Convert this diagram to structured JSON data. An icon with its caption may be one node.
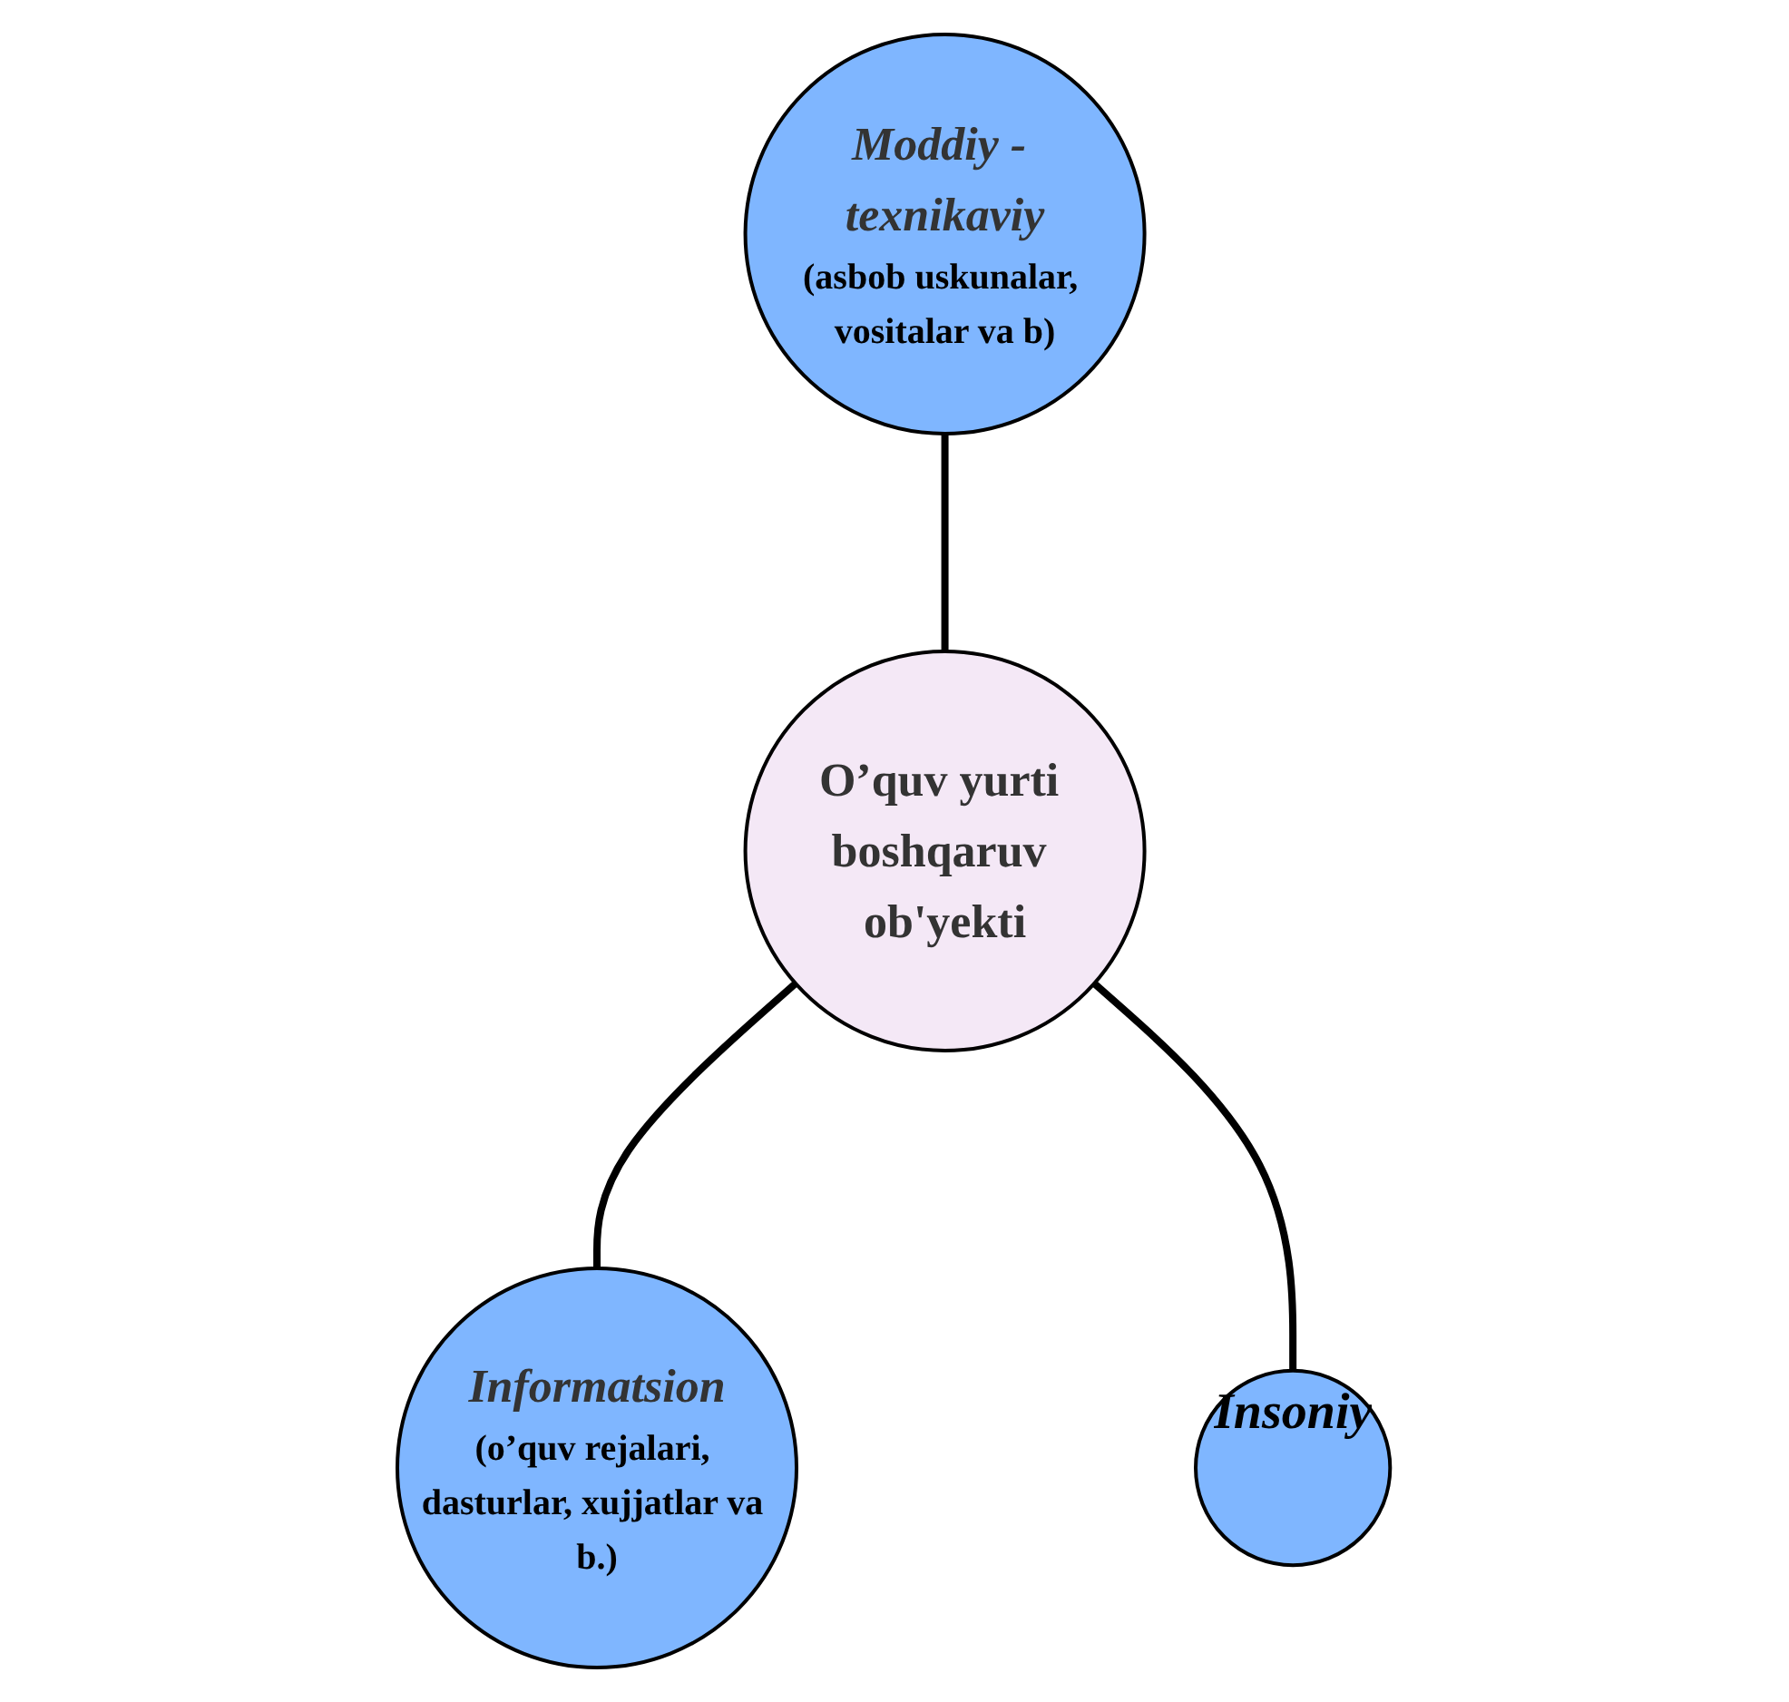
{
  "diagram": {
    "nodes": [
      {
        "text": [
          "Moddiy - texnikaviy",
          "(asbob uskunalar, vositalar va b)"
        ]
      },
      {
        "text": [
          "O’quv yurti boshqaruv ob'yekti"
        ]
      },
      {
        "text": [
          "Informatsion",
          "(o’quv rejalari, dasturlar, xujjatlar va b.)"
        ]
      },
      {
        "text": [
          "Insoniy"
        ]
      }
    ],
    "edges": [
      {
        "from": 0,
        "to": 1,
        "arrow": "none"
      },
      {
        "from": 1,
        "to": 2,
        "arrow": "none"
      },
      {
        "from": 1,
        "to": 3,
        "arrow": "none"
      }
    ]
  }
}
